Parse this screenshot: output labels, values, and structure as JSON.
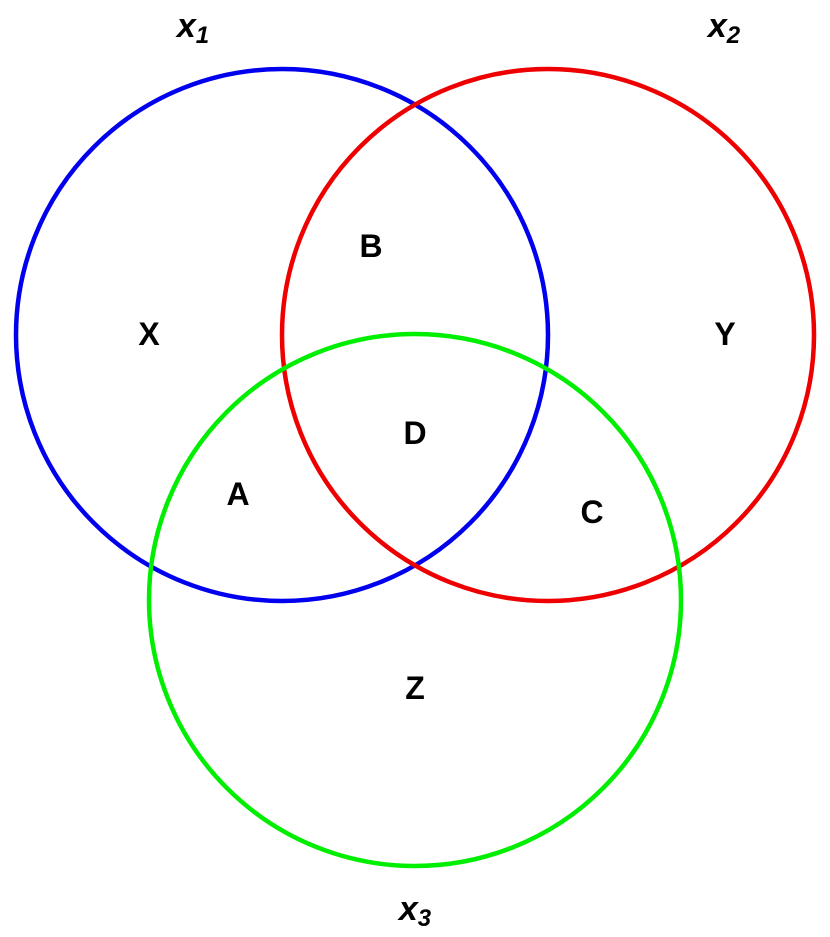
{
  "sets": [
    {
      "id": "x1",
      "base": "x",
      "sub": "1",
      "color": "#0000ee"
    },
    {
      "id": "x2",
      "base": "x",
      "sub": "2",
      "color": "#ee0000"
    },
    {
      "id": "x3",
      "base": "x",
      "sub": "3",
      "color": "#00ee00"
    }
  ],
  "regions": {
    "x1_only": "X",
    "x2_only": "Y",
    "x3_only": "Z",
    "x1_x2": "B",
    "x1_x3": "A",
    "x2_x3": "C",
    "x1_x2_x3": "D"
  }
}
